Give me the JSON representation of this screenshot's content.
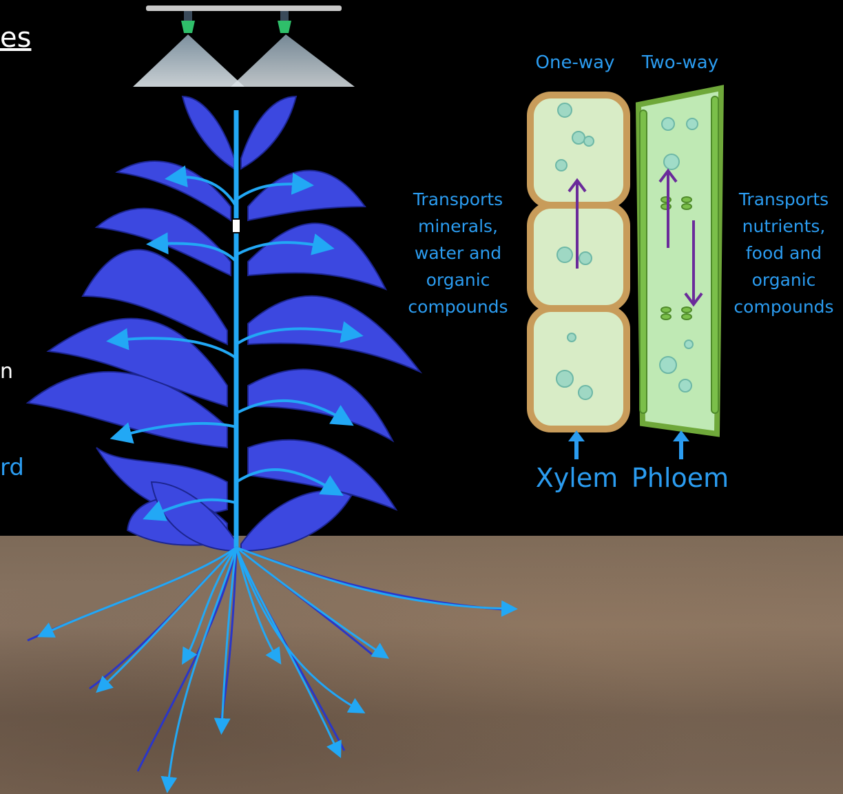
{
  "title_fragment": "es",
  "left_fragments": [
    "n",
    "rd"
  ],
  "vessels": {
    "xylem": {
      "label": "Xylem",
      "flow": "One-way",
      "description": [
        "Transports",
        "minerals,",
        "water and",
        "organic",
        "compounds"
      ]
    },
    "phloem": {
      "label": "Phloem",
      "flow": "Two-way",
      "description": [
        "Transports",
        "nutrients,",
        "food and",
        "organic",
        "compounds"
      ]
    }
  },
  "colors": {
    "text": "#2b9cf0",
    "plant": "#3c48e0",
    "vein": "#22a8f5",
    "arrow_purple": "#6a2a9a",
    "xylem_fill": "#d8ecc6",
    "xylem_wall": "#c89c5a",
    "phloem_fill": "#bfe9b4",
    "phloem_wall": "#6fa83a",
    "soil": "#7d6a58"
  },
  "icons": [
    "spray-nozzle-icon",
    "plant-illustration",
    "xylem-cell-illustration",
    "phloem-cell-illustration",
    "up-arrow-icon"
  ]
}
